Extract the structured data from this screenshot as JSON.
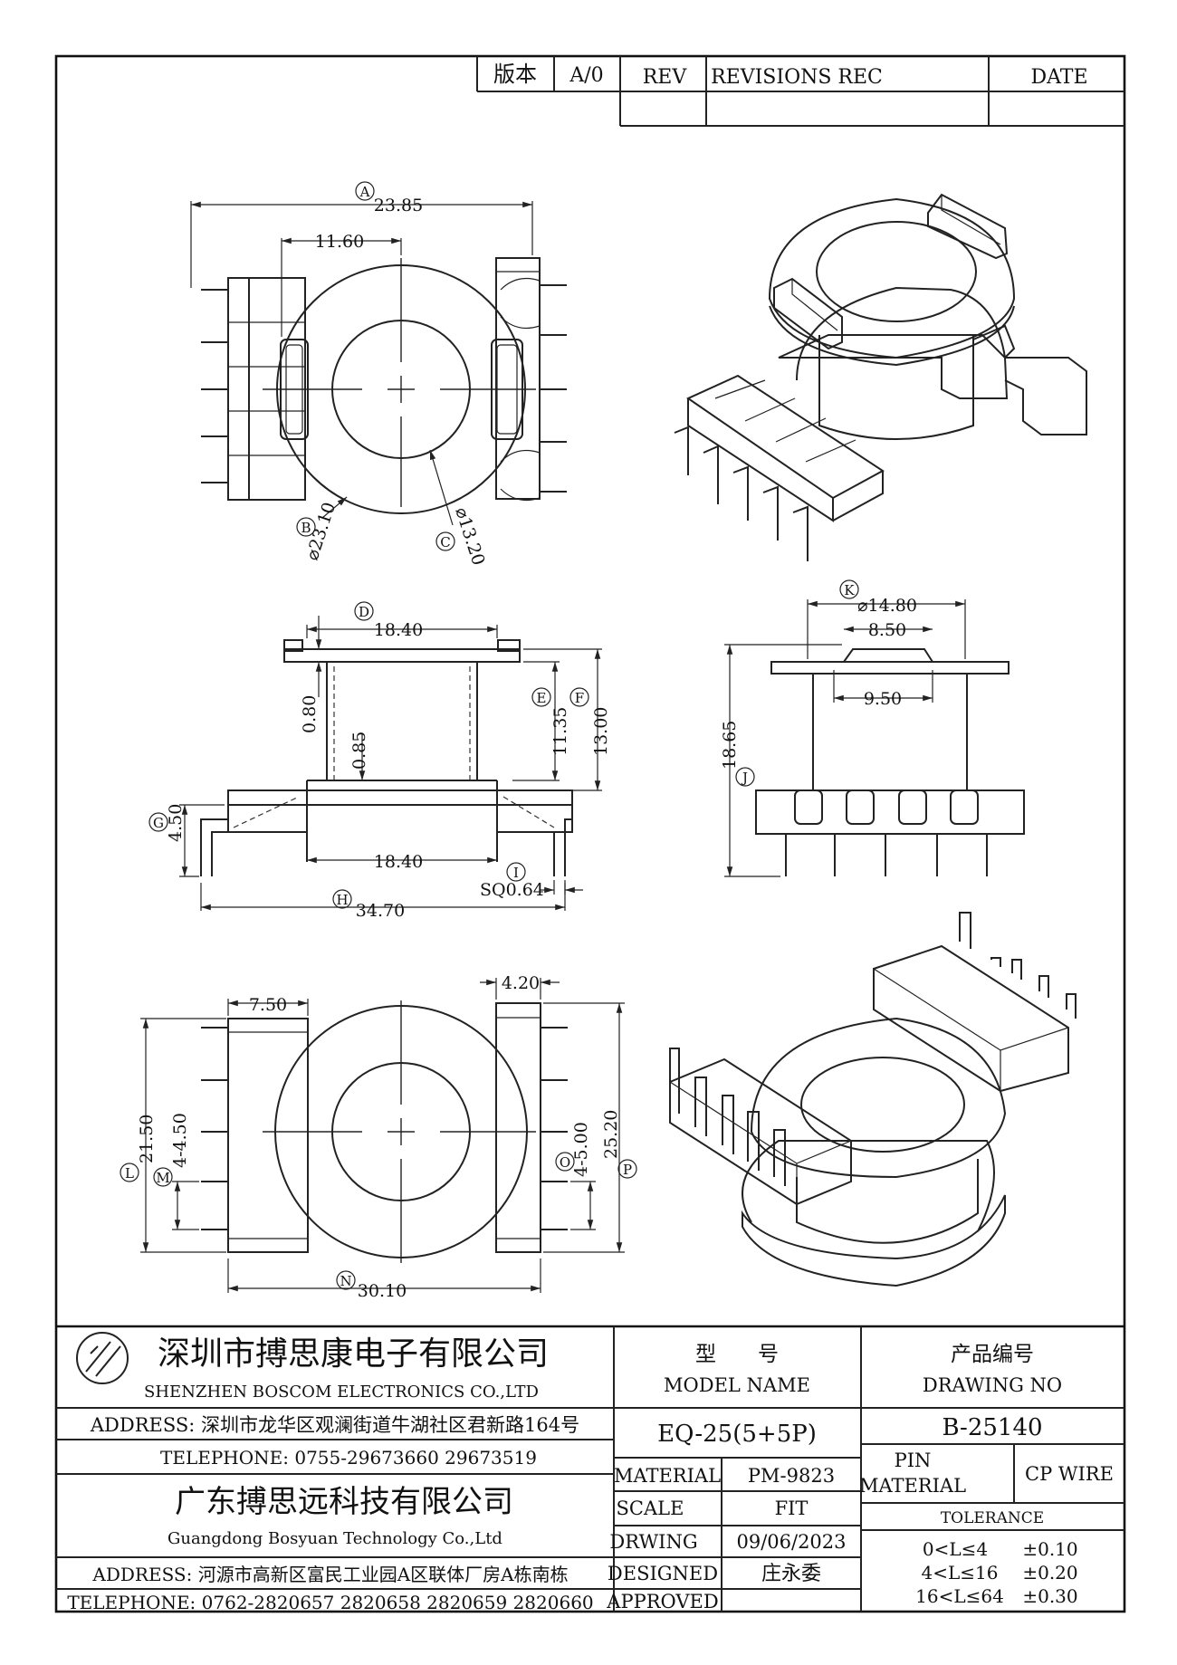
{
  "revision_block": {
    "version_label": "版本",
    "version_value": "A/0",
    "rev_header": "REV",
    "revisions_header": "REVISIONS REC",
    "date_header": "DATE"
  },
  "dimensions": {
    "A": {
      "letter": "A",
      "value": "23.85"
    },
    "a2": {
      "value": "11.60"
    },
    "B": {
      "letter": "B",
      "value": "⌀23.10"
    },
    "C": {
      "letter": "C",
      "value": "⌀13.20"
    },
    "D": {
      "letter": "D",
      "value": "18.40"
    },
    "E": {
      "letter": "E",
      "value": "11.35"
    },
    "F": {
      "letter": "F",
      "value": "13.00"
    },
    "G": {
      "letter": "G",
      "value": "4.50"
    },
    "H": {
      "letter": "H",
      "value": "34.70"
    },
    "I": {
      "letter": "I",
      "value": "SQ0.64"
    },
    "J": {
      "letter": "J",
      "value": "18.65"
    },
    "K": {
      "letter": "K",
      "value": "⌀14.80"
    },
    "k2": {
      "value": "8.50"
    },
    "k3": {
      "value": "9.50"
    },
    "L": {
      "letter": "L",
      "value": "21.50"
    },
    "M": {
      "letter": "M",
      "value": "4-4.50"
    },
    "N": {
      "letter": "N",
      "value": "30.10"
    },
    "O": {
      "letter": "O",
      "value": "4-5.00"
    },
    "P": {
      "letter": "P",
      "value": "25.20"
    },
    "p2": {
      "value": "4.20"
    },
    "l2": {
      "value": "7.50"
    },
    "flange_thickness": {
      "value": "0.80"
    },
    "wall_thickness": {
      "value": "0.85"
    },
    "bottom_width": {
      "value": "18.40"
    }
  },
  "title_block": {
    "company1_cn": "深圳市搏思康电子有限公司",
    "company1_en": "SHENZHEN BOSCOM ELECTRONICS CO.,LTD",
    "address1": "ADDRESS: 深圳市龙华区观澜街道牛湖社区君新路164号",
    "telephone1": "TELEPHONE: 0755-29673660 29673519",
    "company2_cn": "广东搏思远科技有限公司",
    "company2_en": "Guangdong Bosyuan Technology Co.,Ltd",
    "address2": "ADDRESS: 河源市高新区富民工业园A区联体厂房A栋南栋",
    "telephone2": "TELEPHONE: 0762-2820657 2820658 2820659 2820660",
    "model_cn": "型　　号",
    "model_en": "MODEL NAME",
    "model_value": "EQ-25(5+5P)",
    "drawing_cn": "产品编号",
    "drawing_en": "DRAWING NO",
    "drawing_value": "B-25140",
    "material_label": "MATERIAL",
    "material_value": "PM-9823",
    "pin_material_label1": "PIN",
    "pin_material_label2": "MATERIAL",
    "pin_material_value": "CP WIRE",
    "scale_label": "SCALE",
    "scale_value": "FIT",
    "drawing_date_label": "DRWING",
    "drawing_date_value": "09/06/2023",
    "designed_label": "DESIGNED",
    "designed_value": "庄永委",
    "approved_label": "APPROVED",
    "approved_value": "",
    "tolerance_header": "TOLERANCE",
    "tolerances": [
      {
        "range": "0<L≤4",
        "value": "±0.10"
      },
      {
        "range": "4<L≤16",
        "value": "±0.20"
      },
      {
        "range": "16<L≤64",
        "value": "±0.30"
      }
    ]
  }
}
